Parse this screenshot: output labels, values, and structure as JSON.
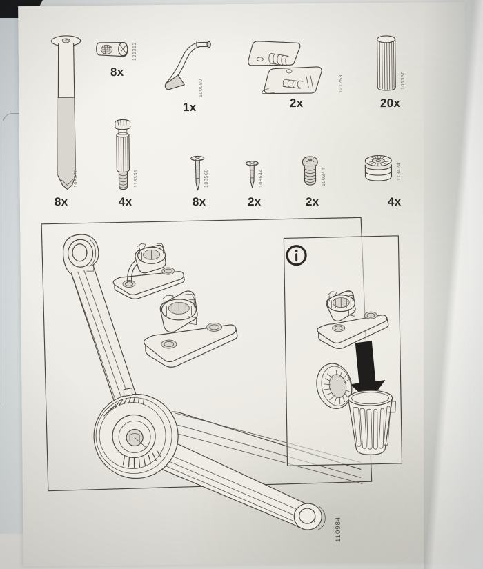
{
  "document": {
    "type": "assembly-instruction-sheet",
    "sheet_number": "110984",
    "info_symbol": "i"
  },
  "parts": [
    {
      "id": "bolt-long",
      "icon": "long-bolt-icon",
      "qty": "8x",
      "part_number": "108870"
    },
    {
      "id": "cam-lock",
      "icon": "cam-lock-icon",
      "qty": "8x",
      "part_number": "121312"
    },
    {
      "id": "allen-key",
      "icon": "allen-key-icon",
      "qty": "1x",
      "part_number": "100080"
    },
    {
      "id": "hinge-bracket",
      "icon": "hinge-bracket-icon",
      "qty": "2x",
      "part_number": "121253"
    },
    {
      "id": "wooden-dowel",
      "icon": "wooden-dowel-icon",
      "qty": "20x",
      "part_number": "101350"
    },
    {
      "id": "connecting-screw",
      "icon": "connecting-screw-icon",
      "qty": "4x",
      "part_number": "118331"
    },
    {
      "id": "nail-long",
      "icon": "long-nail-icon",
      "qty": "8x",
      "part_number": "108560"
    },
    {
      "id": "nail-short",
      "icon": "short-nail-icon",
      "qty": "2x",
      "part_number": "108644"
    },
    {
      "id": "wood-screw",
      "icon": "wood-screw-icon",
      "qty": "2x",
      "part_number": "100344"
    },
    {
      "id": "washer-stack",
      "icon": "washer-stack-icon",
      "qty": "4x",
      "part_number": "113424"
    }
  ],
  "main_panel": {
    "name": "assembly-diagram",
    "components": [
      {
        "id": "star-base-leg",
        "label": "three-armed-base-leg"
      },
      {
        "id": "caster-bracket-a",
        "label": "caster-mounting-bracket"
      },
      {
        "id": "caster-bracket-b",
        "label": "caster-mounting-bracket"
      },
      {
        "id": "hub-wheel",
        "label": "central-hub"
      }
    ]
  },
  "info_panel": {
    "name": "disposal-note",
    "symbol": "i",
    "steps": [
      {
        "id": "part-to-discard",
        "label": "caster-bracket"
      },
      {
        "id": "arrow",
        "label": "down-arrow"
      },
      {
        "id": "bin",
        "label": "waste-bin"
      }
    ]
  }
}
